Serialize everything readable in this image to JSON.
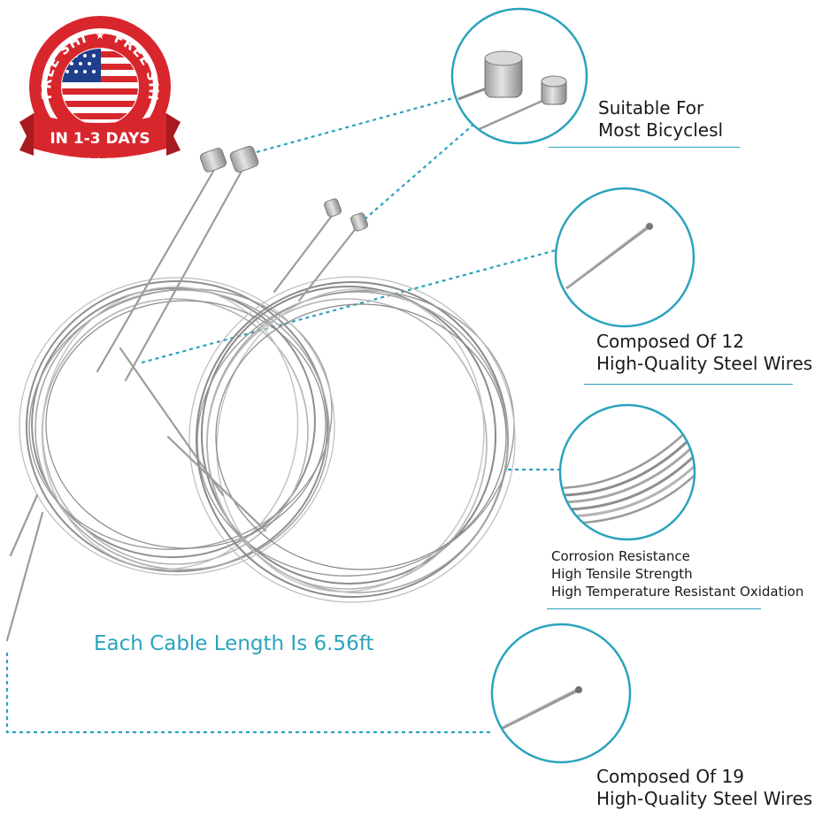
{
  "badge": {
    "arc_left": "FREE SHIP",
    "arc_right": "FREE SHIP",
    "ribbon": "IN 1-3 DAYS",
    "colors": {
      "red": "#d8262d",
      "blue": "#1f3f8c",
      "ring": "#e9e9ee"
    }
  },
  "accent_color": "#2aa3bd",
  "features": [
    {
      "icon": "cable-end-barrel-icon",
      "lines": [
        "Suitable For",
        "Most Bicyclesl"
      ]
    },
    {
      "icon": "wire-tip-icon",
      "lines": [
        "Composed Of 12",
        "High-Quality Steel Wires"
      ]
    },
    {
      "icon": "cable-strands-icon",
      "lines": [
        "Corrosion Resistance",
        "High Tensile Strength",
        "High Temperature Resistant Oxidation"
      ]
    },
    {
      "icon": "wire-tip-icon",
      "lines": [
        "Composed Of 19",
        "High-Quality Steel Wires"
      ]
    }
  ],
  "length_caption": "Each Cable Length Is 6.56ft"
}
